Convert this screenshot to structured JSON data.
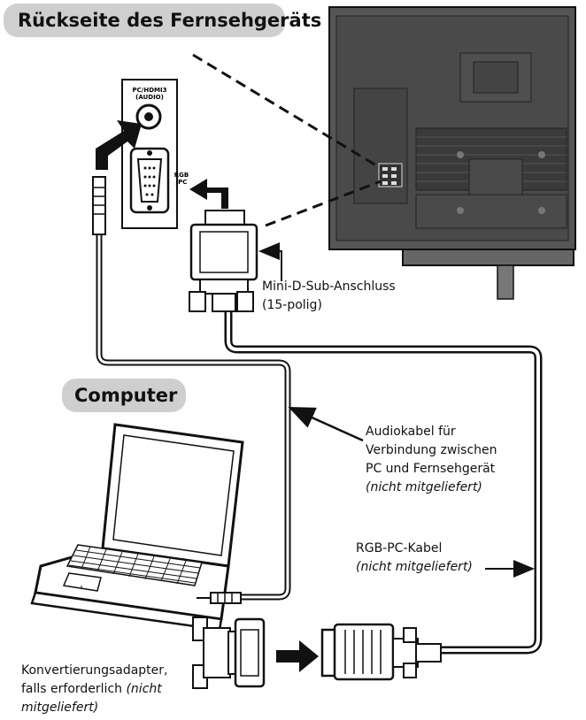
{
  "titles": {
    "tv_back": "Rückseite des Fernsehgeräts",
    "computer": "Computer"
  },
  "port_labels": {
    "pc_hdmi_audio": [
      "PC/HDMI3",
      "(AUDIO)"
    ],
    "rgb_pc": [
      "RGB",
      "/PC"
    ]
  },
  "labels": {
    "mini_dsub": [
      "Mini-D-Sub-Anschluss",
      "(15-polig)"
    ],
    "audio_cable": [
      "Audiokabel für",
      "Verbindung zwischen",
      "PC und Fernsehgerät",
      "(nicht mitgeliefert)"
    ],
    "rgb_cable": [
      "RGB-PC-Kabel",
      "(nicht mitgeliefert)"
    ],
    "adapter": [
      "Konvertierungsadapter,",
      "falls erforderlich",
      "(nicht",
      "mitgeliefert)"
    ]
  },
  "colors": {
    "pill_bg": "#cfcfcf",
    "line": "#111111",
    "tv_body": "#555555",
    "tv_dark": "#3a3a3a",
    "cable": "#ffffff"
  },
  "icons": [
    "television-icon",
    "laptop-icon",
    "vga-plug-icon",
    "audio-jack-icon",
    "adapter-icon",
    "arrow-icon"
  ]
}
